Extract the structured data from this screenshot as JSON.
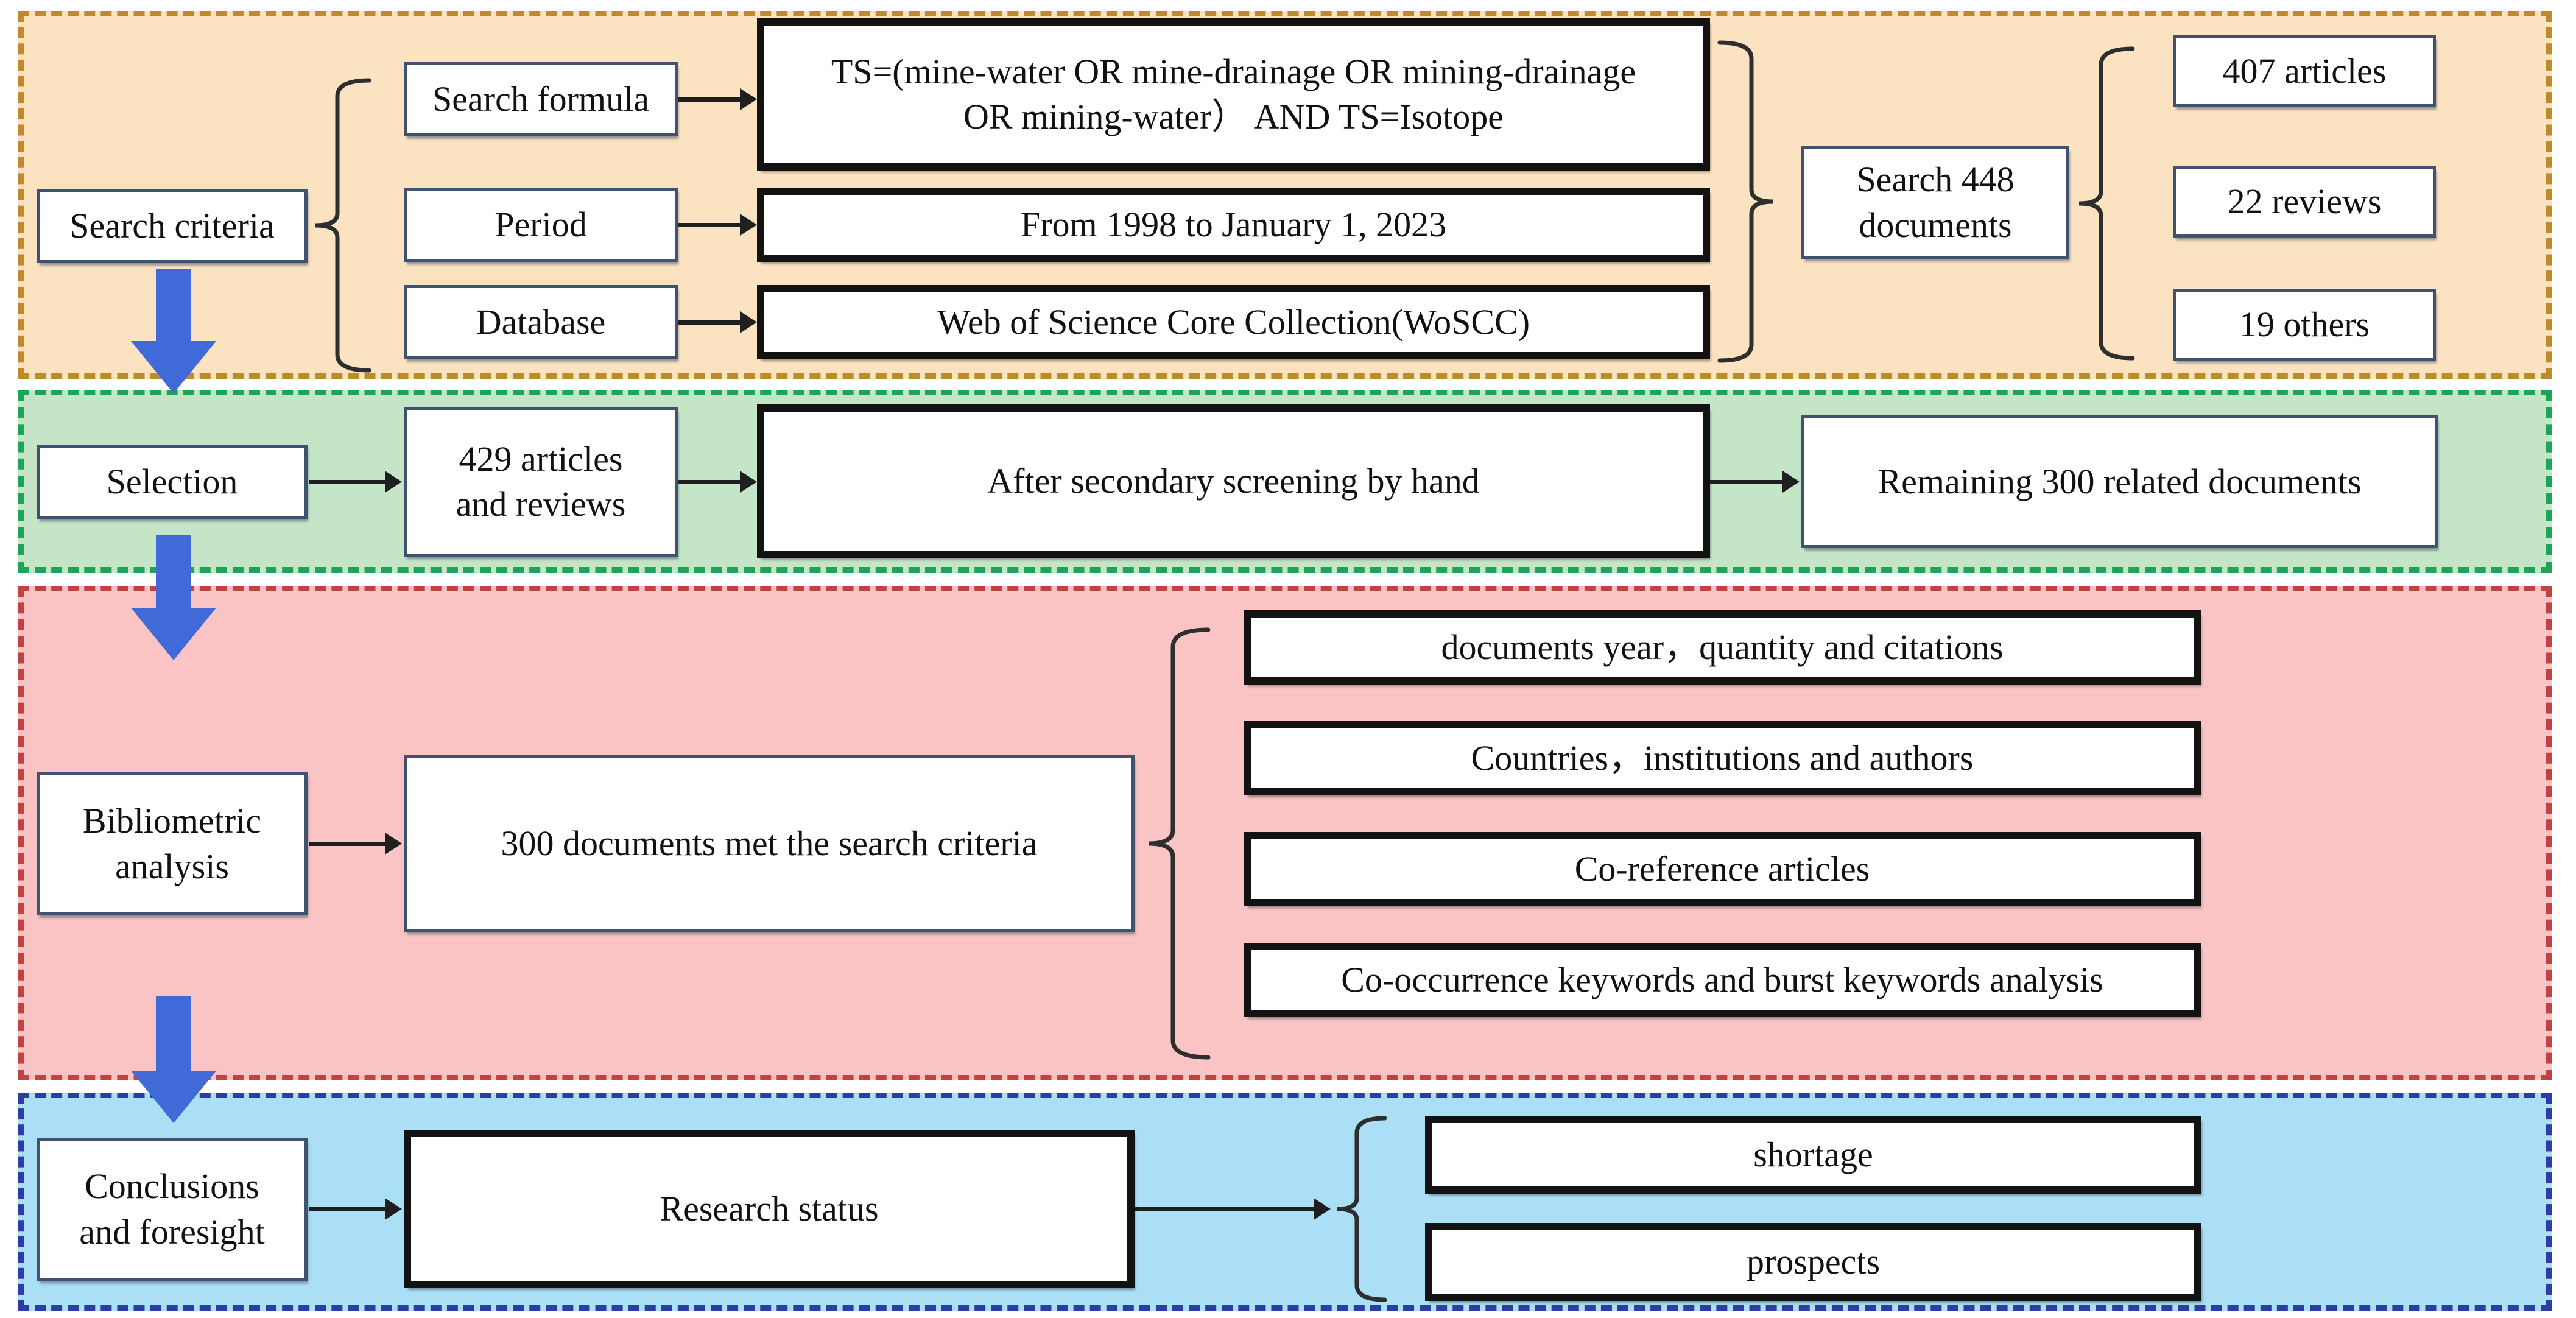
{
  "palette": {
    "page_bg": "#ffffff",
    "text": "#111111",
    "search_fill": "#fbe3c1",
    "search_dash": "#bf8a2e",
    "selection_fill": "#c5e5c7",
    "selection_dash": "#1ea455",
    "bibliometric_fill": "#fac4c4",
    "bibliometric_dash": "#bf4343",
    "conclusions_fill": "#abdff6",
    "conclusions_dash": "#2c3da6",
    "arrow_blue": "#3f6ad8",
    "thin_border": "#3f5270",
    "thick_border": "#121212",
    "connector": "#1f1f1f"
  },
  "search": {
    "label": "Search criteria",
    "items": [
      {
        "key": "Search formula",
        "value": "TS=(mine-water OR mine-drainage OR mining-drainage\nOR mining-water） AND TS=Isotope"
      },
      {
        "key": "Period",
        "value": "From 1998 to January 1, 2023"
      },
      {
        "key": "Database",
        "value": "Web of Science Core Collection(WoSCC)"
      }
    ],
    "result": "Search 448\ndocuments",
    "breakdown": [
      "407 articles",
      "22 reviews",
      "19 others"
    ]
  },
  "selection": {
    "label": "Selection",
    "count": "429 articles\nand reviews",
    "screening": "After secondary screening by hand",
    "remaining": "Remaining 300 related documents"
  },
  "bibliometric": {
    "label": "Bibliometric\nanalysis",
    "input": "300 documents met the search criteria",
    "analyses": [
      "documents year，quantity and citations",
      "Countries，institutions and authors",
      "Co-reference articles",
      "Co-occurrence keywords and burst keywords analysis"
    ]
  },
  "conclusions": {
    "label": "Conclusions\nand foresight",
    "status": "Research status",
    "outputs": [
      "shortage",
      "prospects"
    ]
  }
}
